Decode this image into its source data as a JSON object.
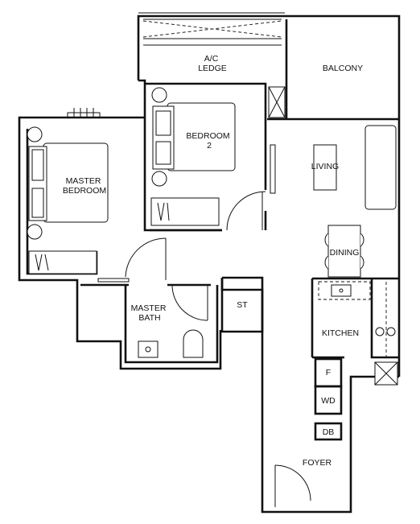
{
  "rooms": {
    "ac_ledge_line1": "A/C",
    "ac_ledge_line2": "LEDGE",
    "balcony": "BALCONY",
    "bedroom2_line1": "BEDROOM",
    "bedroom2_line2": "2",
    "master_bedroom_line1": "MASTER",
    "master_bedroom_line2": "BEDROOM",
    "living": "LIVING",
    "dining": "DINING",
    "master_bath_line1": "MASTER",
    "master_bath_line2": "BATH",
    "store": "ST",
    "kitchen": "KITCHEN",
    "fridge": "F",
    "washer_dryer": "WD",
    "distribution_board": "DB",
    "foyer": "FOYER"
  },
  "colors": {
    "line": "#111111",
    "background": "#ffffff"
  }
}
